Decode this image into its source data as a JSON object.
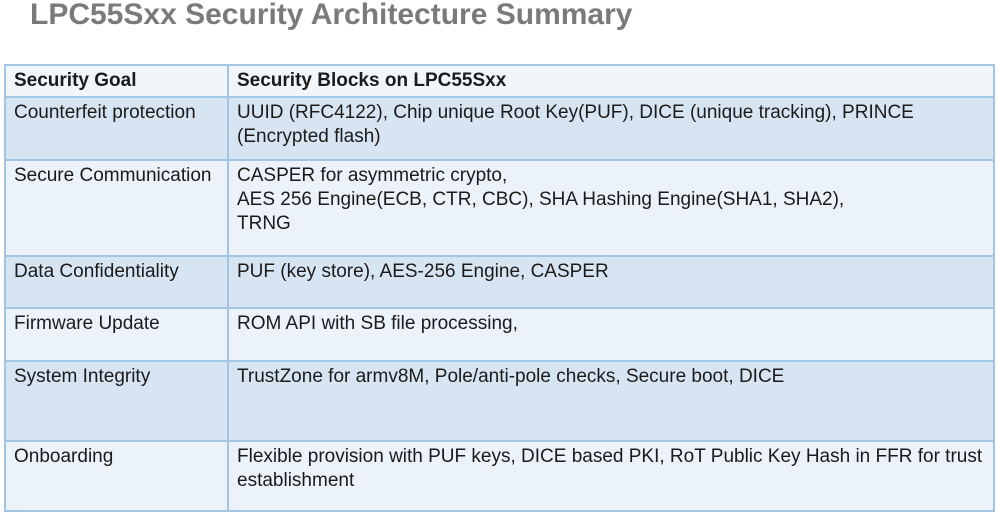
{
  "title": "LPC55Sxx Security Architecture Summary",
  "table": {
    "columns": {
      "goal": "Security Goal",
      "blocks": "Security Blocks on LPC55Sxx"
    },
    "rows": [
      {
        "goal": "Counterfeit protection",
        "blocks": "UUID (RFC4122), Chip unique Root Key(PUF), DICE (unique tracking), PRINCE (Encrypted flash)"
      },
      {
        "goal": "Secure Communication",
        "blocks": "CASPER for asymmetric crypto,\nAES 256 Engine(ECB, CTR, CBC), SHA Hashing Engine(SHA1, SHA2),\nTRNG"
      },
      {
        "goal": "Data Confidentiality",
        "blocks": "PUF (key store), AES-256 Engine, CASPER"
      },
      {
        "goal": "Firmware Update",
        "blocks": "ROM API with SB file processing,"
      },
      {
        "goal": "System Integrity",
        "blocks": "TrustZone for armv8M, Pole/anti-pole checks, Secure boot, DICE"
      },
      {
        "goal": "Onboarding",
        "blocks": "Flexible provision with PUF keys, DICE based PKI, RoT Public Key Hash in FFR for trust establishment"
      }
    ]
  },
  "colors": {
    "title_text": "#7a7a7a",
    "table_border": "#a3c5e4",
    "header_fill": "#f1f6fb",
    "band_dark_fill": "#d7e5f2",
    "band_light_fill": "#ebf2f9",
    "body_text": "#1b1b1b"
  }
}
